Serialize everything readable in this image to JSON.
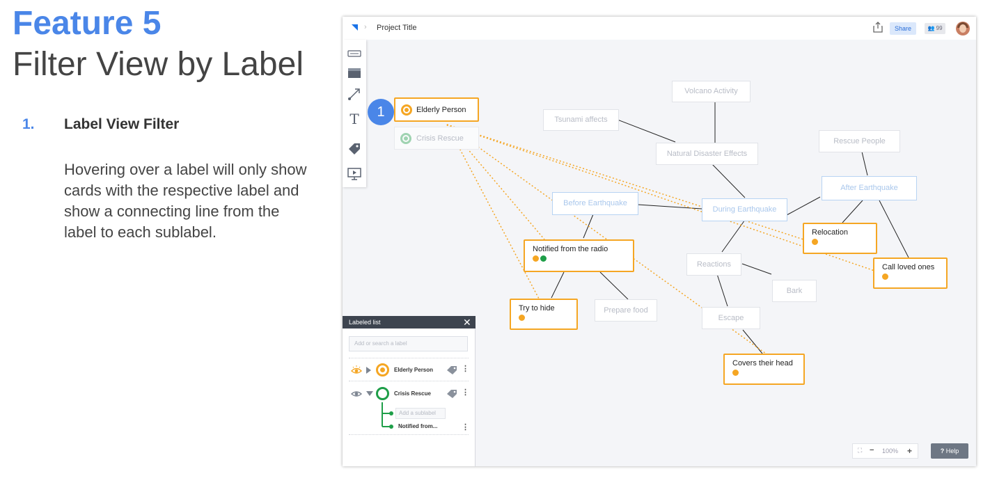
{
  "slide": {
    "feature_title": "Feature 5",
    "feature_subtitle": "Filter View by Label",
    "step_number": "1.",
    "step_title": "Label View Filter",
    "step_description": "Hovering over a label will only show cards with the respective label and show a connecting line from the label to each sublabel."
  },
  "app": {
    "project_title": "Project Title",
    "share_label": "Share",
    "users_count": "99",
    "step_marker": "1"
  },
  "labels_on_canvas": {
    "elderly": "Elderly Person",
    "crisis": "Crisis Rescue"
  },
  "cards": {
    "volcano": "Volcano Activity",
    "tsunami": "Tsunami affects",
    "natural": "Natural Disaster Effects",
    "rescue_people": "Rescue People",
    "after_eq": "After Earthquake",
    "before_eq": "Before Earthquake",
    "during_eq": "During Earthquake",
    "relocation": "Relocation",
    "call_loved": "Call loved ones",
    "notified": "Notified from the radio",
    "reactions": "Reactions",
    "bark": "Bark",
    "try_hide": "Try to hide",
    "prepare_food": "Prepare food",
    "escape": "Escape",
    "covers_head": "Covers their head"
  },
  "panel": {
    "title": "Labeled list",
    "search_placeholder": "Add or search a label",
    "rows": [
      {
        "label": "Elderly Person"
      },
      {
        "label": "Crisis Rescue"
      }
    ],
    "sublabel_placeholder": "Add a sublabel",
    "sublabel": "Notified from..."
  },
  "zoom": {
    "level": "100%",
    "minus": "−",
    "plus": "+",
    "help": "Help"
  },
  "colors": {
    "accent": "#4a86e8",
    "label_orange": "#f5a623",
    "label_green": "#1e9e48"
  }
}
